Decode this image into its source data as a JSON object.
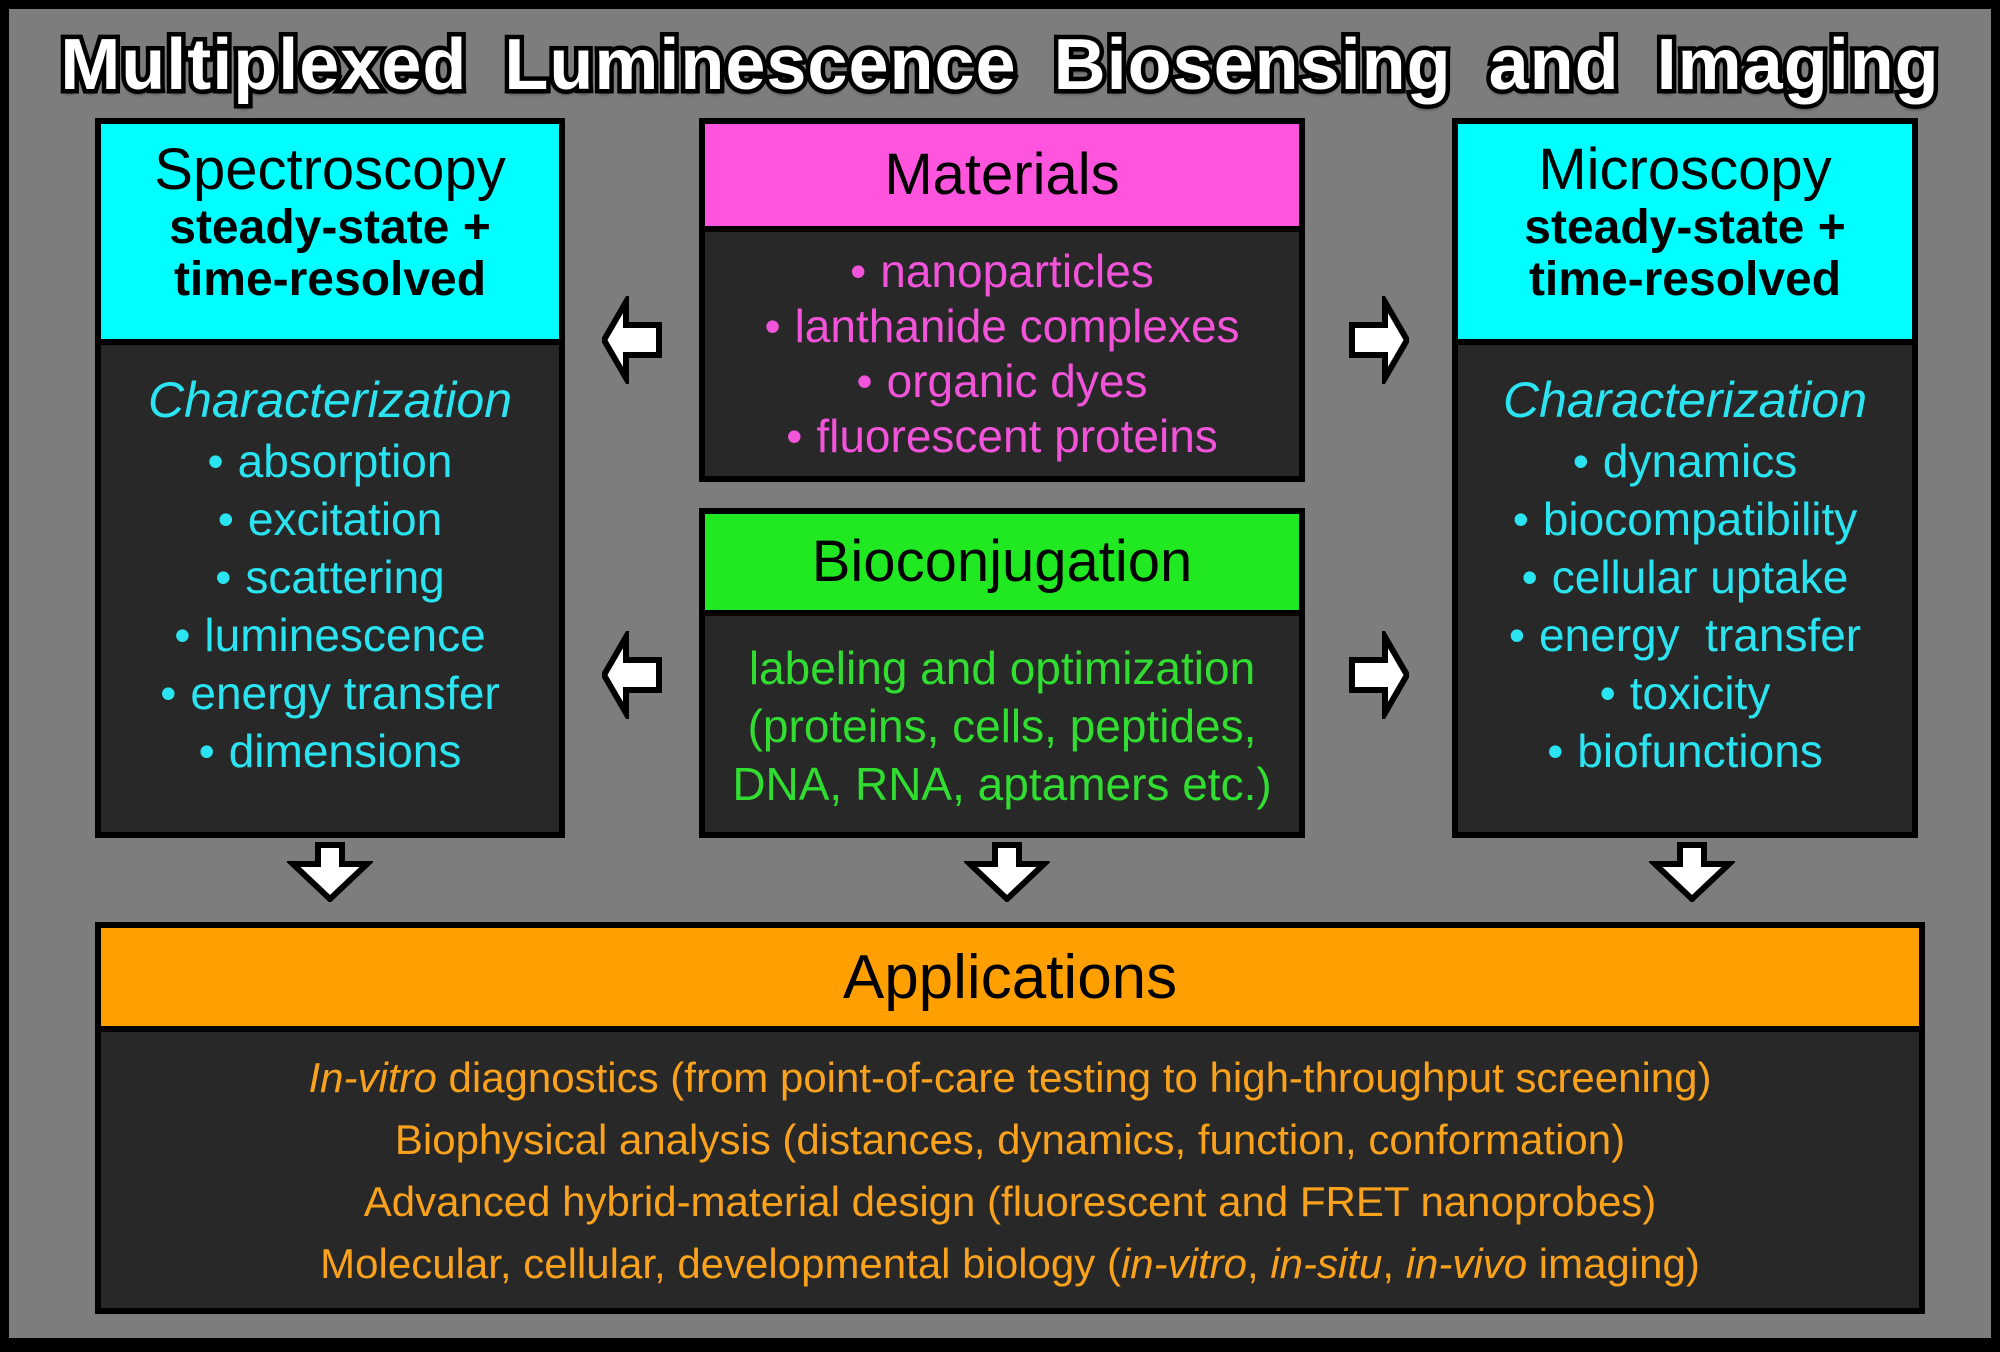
{
  "title": "Multiplexed Luminescence Biosensing and Imaging",
  "glyphs": {
    "bullet": "•"
  },
  "colors": {
    "background_gray": "#7d7d7d",
    "frame_black": "#000000",
    "panel_body": "#282828",
    "cyan_header": "#00ffff",
    "cyan_text": "#2ae4f1",
    "magenta_header": "#ff54de",
    "magenta_text": "#f153d9",
    "green_header": "#21e921",
    "green_text": "#31dd31",
    "orange_header": "#ffa000",
    "orange_text": "#faa21c",
    "arrow_fill": "#ffffff",
    "arrow_outline": "#000000"
  },
  "icons": {
    "arrow_left": "left-arrow",
    "arrow_right": "right-arrow",
    "arrow_down": "down-arrow"
  },
  "spectroscopy": {
    "header": "Spectroscopy",
    "sub1": "steady-state +",
    "sub2": "time-resolved",
    "body_title": "Characterization",
    "items": [
      "absorption",
      "excitation",
      "scattering",
      "luminescence",
      "energy transfer",
      "dimensions"
    ]
  },
  "materials": {
    "header": "Materials",
    "items": [
      "nanoparticles",
      "lanthanide complexes",
      "organic dyes",
      "fluorescent proteins"
    ]
  },
  "bioconjugation": {
    "header": "Bioconjugation",
    "lines": [
      "labeling and optimization",
      "(proteins, cells, peptides,",
      "DNA, RNA, aptamers etc.)"
    ]
  },
  "microscopy": {
    "header": "Microscopy",
    "sub1": "steady-state +",
    "sub2": "time-resolved",
    "body_title": "Characterization",
    "items": [
      "dynamics",
      "biocompatibility",
      "cellular uptake",
      "energy  transfer",
      "toxicity",
      "biofunctions"
    ]
  },
  "applications": {
    "header": "Applications",
    "line1": {
      "italic1": "In-vitro",
      "text1": " diagnostics (from point-of-care testing to high-throughput screening)"
    },
    "line2": {
      "text1": "Biophysical analysis (distances, dynamics, function, conformation)"
    },
    "line3": {
      "text1": "Advanced hybrid-material design (fluorescent and FRET nanoprobes)"
    },
    "line4": {
      "text1": "Molecular, cellular, developmental biology (",
      "italic1": "in-vitro",
      "text2": ", ",
      "italic2": "in-situ",
      "text3": ", ",
      "italic3": "in-vivo",
      "text4": " imaging)"
    }
  }
}
